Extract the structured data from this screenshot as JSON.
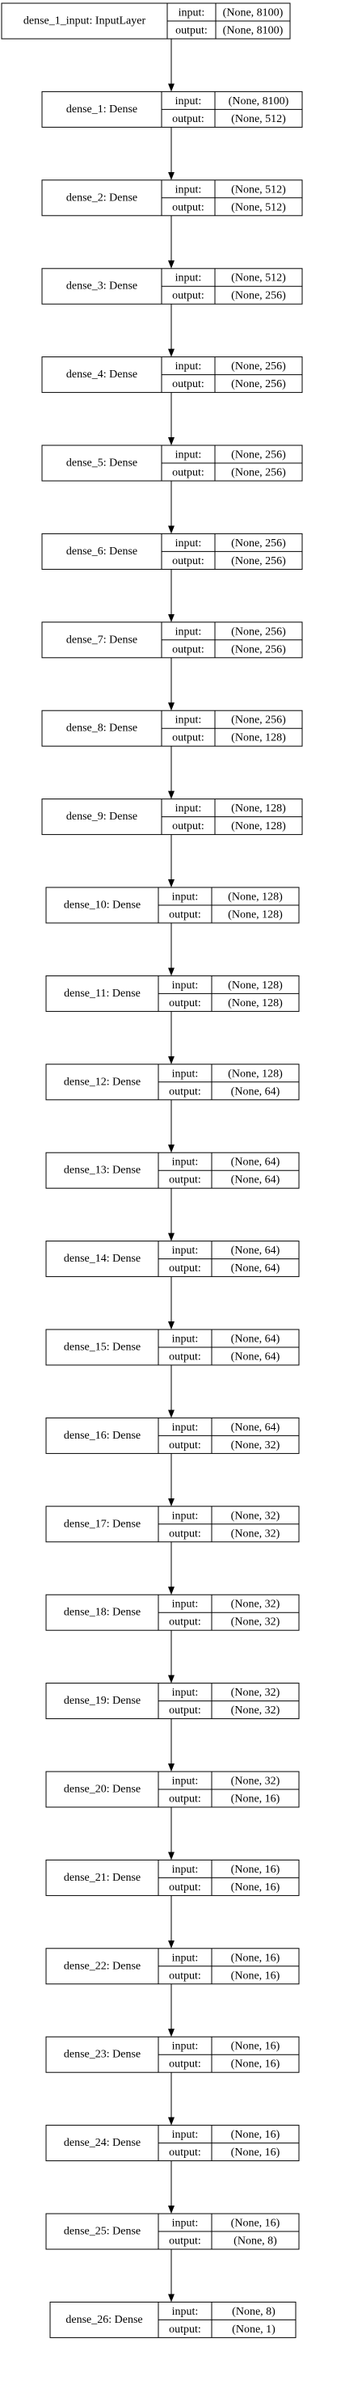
{
  "diagram": {
    "port_labels": {
      "input": "input:",
      "output": "output:"
    },
    "nodes": [
      {
        "name": "dense_1_input: InputLayer",
        "input": "(None, 8100)",
        "output": "(None, 8100)"
      },
      {
        "name": "dense_1: Dense",
        "input": "(None, 8100)",
        "output": "(None, 512)"
      },
      {
        "name": "dense_2: Dense",
        "input": "(None, 512)",
        "output": "(None, 512)"
      },
      {
        "name": "dense_3: Dense",
        "input": "(None, 512)",
        "output": "(None, 256)"
      },
      {
        "name": "dense_4: Dense",
        "input": "(None, 256)",
        "output": "(None, 256)"
      },
      {
        "name": "dense_5: Dense",
        "input": "(None, 256)",
        "output": "(None, 256)"
      },
      {
        "name": "dense_6: Dense",
        "input": "(None, 256)",
        "output": "(None, 256)"
      },
      {
        "name": "dense_7: Dense",
        "input": "(None, 256)",
        "output": "(None, 256)"
      },
      {
        "name": "dense_8: Dense",
        "input": "(None, 256)",
        "output": "(None, 128)"
      },
      {
        "name": "dense_9: Dense",
        "input": "(None, 128)",
        "output": "(None, 128)"
      },
      {
        "name": "dense_10: Dense",
        "input": "(None, 128)",
        "output": "(None, 128)"
      },
      {
        "name": "dense_11: Dense",
        "input": "(None, 128)",
        "output": "(None, 128)"
      },
      {
        "name": "dense_12: Dense",
        "input": "(None, 128)",
        "output": "(None, 64)"
      },
      {
        "name": "dense_13: Dense",
        "input": "(None, 64)",
        "output": "(None, 64)"
      },
      {
        "name": "dense_14: Dense",
        "input": "(None, 64)",
        "output": "(None, 64)"
      },
      {
        "name": "dense_15: Dense",
        "input": "(None, 64)",
        "output": "(None, 64)"
      },
      {
        "name": "dense_16: Dense",
        "input": "(None, 64)",
        "output": "(None, 32)"
      },
      {
        "name": "dense_17: Dense",
        "input": "(None, 32)",
        "output": "(None, 32)"
      },
      {
        "name": "dense_18: Dense",
        "input": "(None, 32)",
        "output": "(None, 32)"
      },
      {
        "name": "dense_19: Dense",
        "input": "(None, 32)",
        "output": "(None, 32)"
      },
      {
        "name": "dense_20: Dense",
        "input": "(None, 32)",
        "output": "(None, 16)"
      },
      {
        "name": "dense_21: Dense",
        "input": "(None, 16)",
        "output": "(None, 16)"
      },
      {
        "name": "dense_22: Dense",
        "input": "(None, 16)",
        "output": "(None, 16)"
      },
      {
        "name": "dense_23: Dense",
        "input": "(None, 16)",
        "output": "(None, 16)"
      },
      {
        "name": "dense_24: Dense",
        "input": "(None, 16)",
        "output": "(None, 16)"
      },
      {
        "name": "dense_25: Dense",
        "input": "(None, 16)",
        "output": "(None, 8)"
      },
      {
        "name": "dense_26: Dense",
        "input": "(None, 8)",
        "output": "(None, 1)"
      }
    ],
    "colors": {
      "stroke": "#000000",
      "background": "#ffffff",
      "text": "#000000"
    }
  }
}
